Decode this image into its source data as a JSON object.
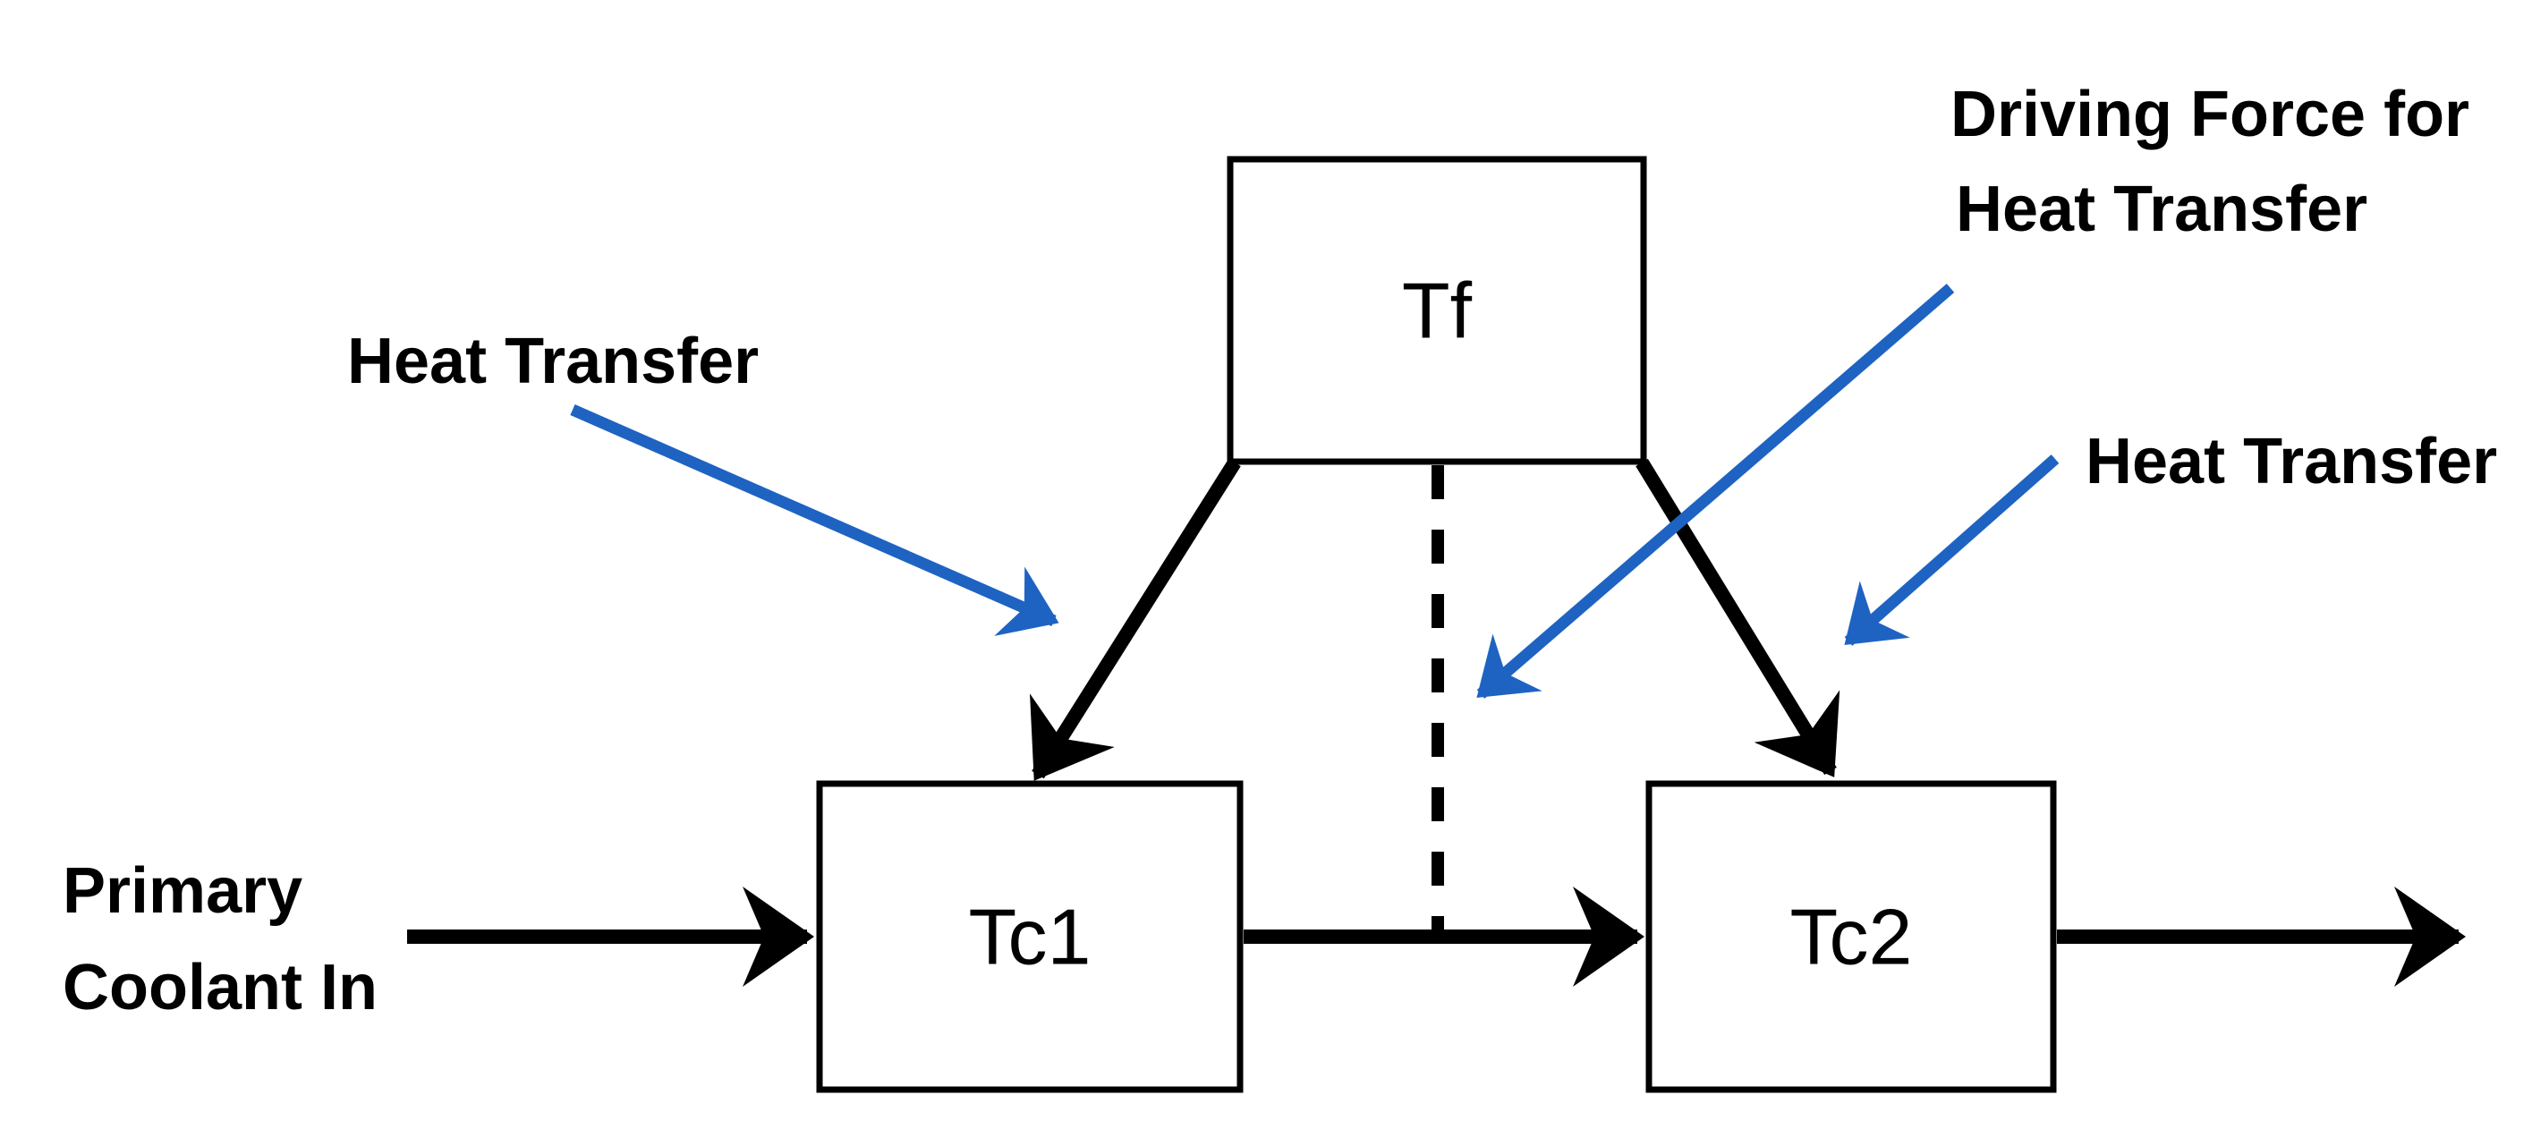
{
  "diagram": {
    "boxes": [
      {
        "id": "Tf",
        "label": "Tf"
      },
      {
        "id": "Tc1",
        "label": "Tc1"
      },
      {
        "id": "Tc2",
        "label": "Tc2"
      }
    ],
    "labels": {
      "heat_transfer_left": "Heat Transfer",
      "driving_force": {
        "line1": "Driving Force for",
        "line2": "Heat Transfer"
      },
      "heat_transfer_right": "Heat Transfer",
      "primary_coolant": {
        "line1": "Primary",
        "line2": "Coolant In"
      }
    },
    "colors": {
      "annotation_arrow_blue": "#1E63C2",
      "flow_line_black": "#000000",
      "background": "#FFFFFF",
      "text": "#000000"
    }
  }
}
